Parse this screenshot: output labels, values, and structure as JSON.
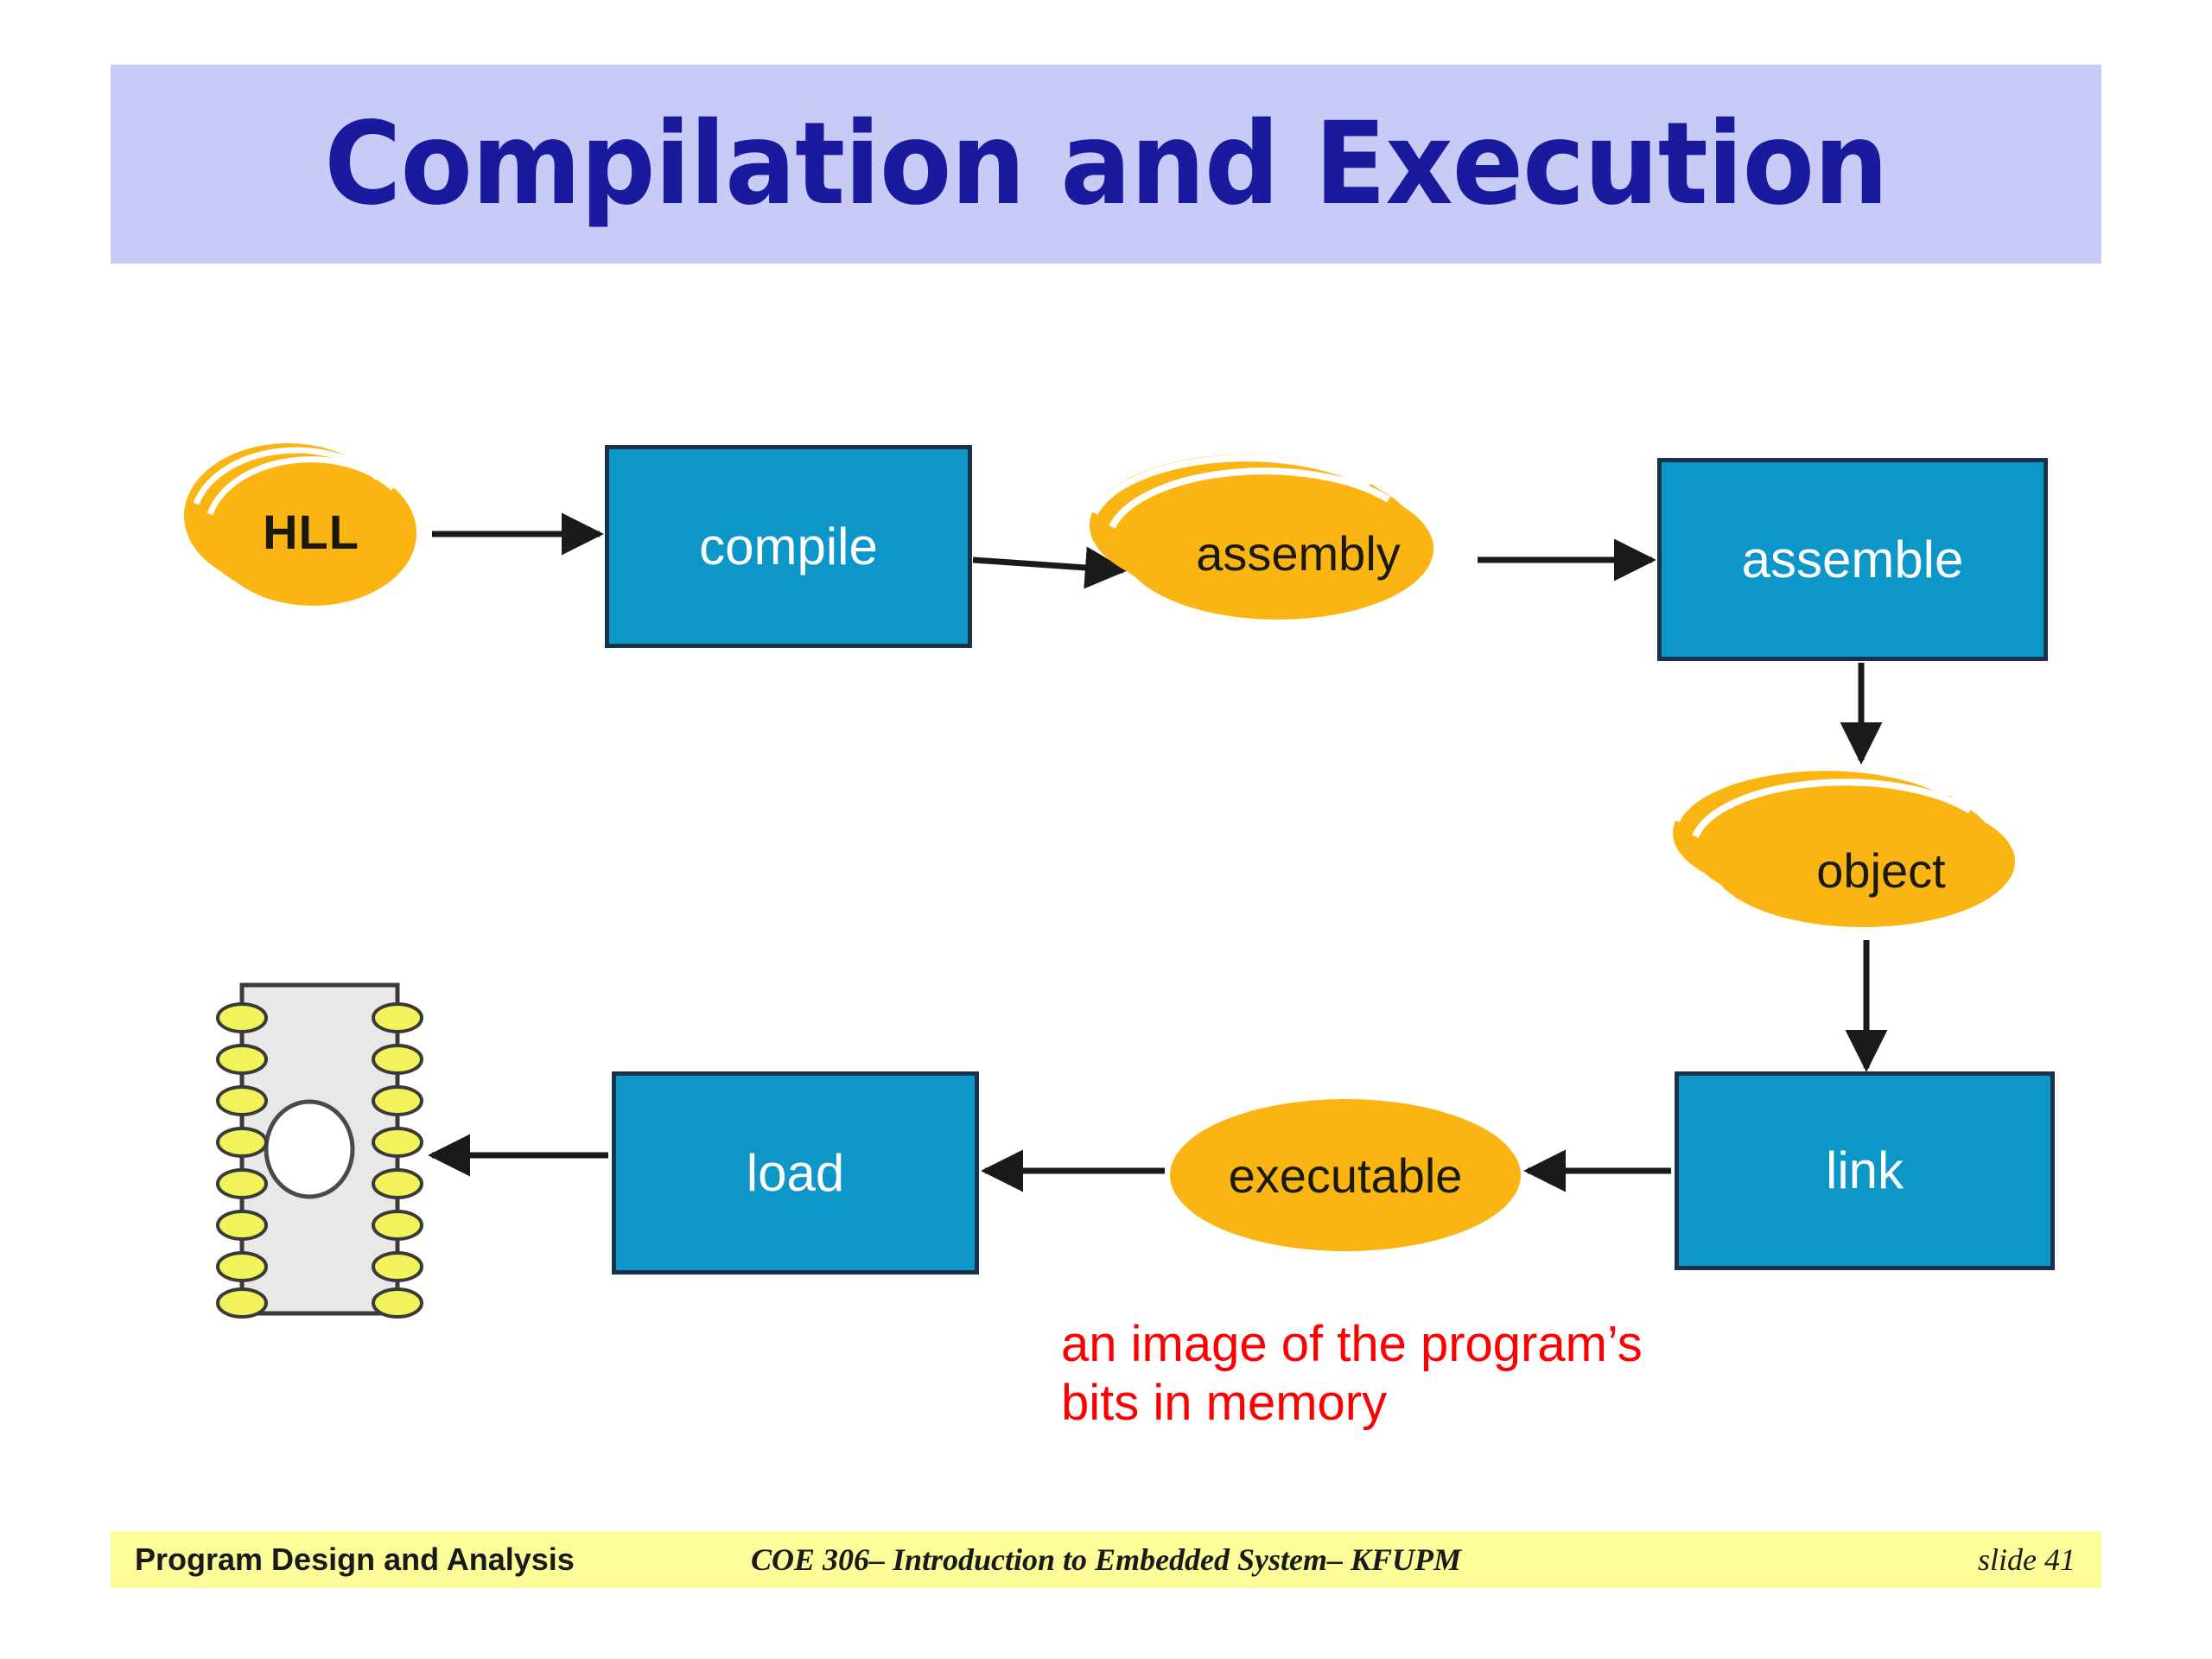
{
  "slide": {
    "title": "Compilation and Execution",
    "title_color": "#1a1a9e",
    "banner_color": "#c9cbf7"
  },
  "palette": {
    "process_fill": "#0d96c8",
    "process_border": "#17324a",
    "process_text": "#ffffff",
    "data_fill": "#fab513",
    "data_text": "#1a1a0c",
    "arrow_color": "#1a1a1a",
    "chip_body": "#e8e8e8",
    "chip_border": "#3a3a3a",
    "chip_pin": "#f2f25a",
    "note_color": "#ff0000",
    "footer_band": "#fcfc99"
  },
  "diagram": {
    "type": "flowchart",
    "process_nodes": [
      {
        "id": "compile",
        "label": "compile",
        "shape": "rectangle"
      },
      {
        "id": "assemble",
        "label": "assemble",
        "shape": "rectangle"
      },
      {
        "id": "link",
        "label": "link",
        "shape": "rectangle"
      },
      {
        "id": "load",
        "label": "load",
        "shape": "rectangle"
      }
    ],
    "data_nodes": [
      {
        "id": "hll",
        "label": "HLL",
        "shape": "stacked-ellipse",
        "stacked": true
      },
      {
        "id": "assembly",
        "label": "assembly",
        "shape": "stacked-ellipse",
        "stacked": true
      },
      {
        "id": "object",
        "label": "object",
        "shape": "stacked-ellipse",
        "stacked": true
      },
      {
        "id": "executable",
        "label": "executable",
        "shape": "ellipse",
        "stacked": false
      }
    ],
    "hardware_nodes": [
      {
        "id": "chip",
        "label": "",
        "shape": "dip-chip",
        "pins_per_side": 8
      }
    ],
    "edges": [
      {
        "from": "hll",
        "to": "compile",
        "direction": "right"
      },
      {
        "from": "compile",
        "to": "assembly",
        "direction": "right"
      },
      {
        "from": "assembly",
        "to": "assemble",
        "direction": "right"
      },
      {
        "from": "assemble",
        "to": "object",
        "direction": "down"
      },
      {
        "from": "object",
        "to": "link",
        "direction": "down"
      },
      {
        "from": "link",
        "to": "executable",
        "direction": "left"
      },
      {
        "from": "executable",
        "to": "load",
        "direction": "left"
      },
      {
        "from": "load",
        "to": "chip",
        "direction": "left"
      }
    ]
  },
  "annotation": {
    "line1": "an image of the program’s",
    "line2": "bits in memory"
  },
  "footer": {
    "left": "Program Design and Analysis",
    "center": "COE 306– Introduction to Embedded System– KFUPM",
    "right": "slide 41"
  }
}
